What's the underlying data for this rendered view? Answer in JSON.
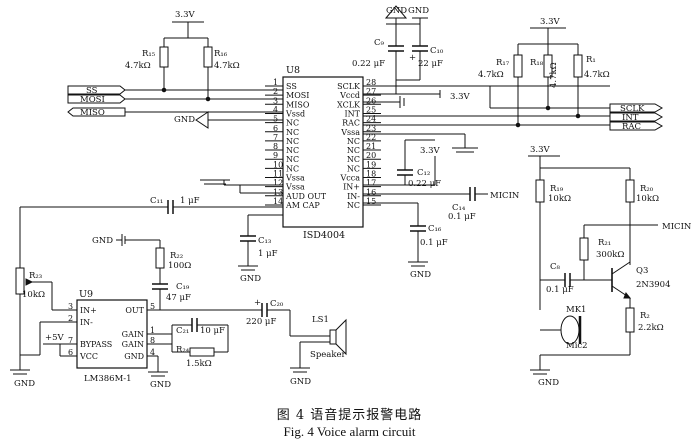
{
  "figure": {
    "caption_cn": "图 4  语音提示报警电路",
    "caption_en": "Fig. 4   Voice alarm circuit"
  },
  "u8": {
    "name": "U8",
    "part": "ISD4004",
    "left_pins": [
      {
        "num": "1",
        "name": "SS"
      },
      {
        "num": "2",
        "name": "MOSI"
      },
      {
        "num": "3",
        "name": "MISO"
      },
      {
        "num": "4",
        "name": "Vssd"
      },
      {
        "num": "5",
        "name": "NC"
      },
      {
        "num": "6",
        "name": "NC"
      },
      {
        "num": "7",
        "name": "NC"
      },
      {
        "num": "8",
        "name": "NC"
      },
      {
        "num": "9",
        "name": "NC"
      },
      {
        "num": "10",
        "name": "NC"
      },
      {
        "num": "11",
        "name": "Vssa"
      },
      {
        "num": "12",
        "name": "Vssa"
      },
      {
        "num": "13",
        "name": "AUD OUT"
      },
      {
        "num": "14",
        "name": "AM CAP"
      }
    ],
    "right_pins": [
      {
        "num": "28",
        "name": "SCLK"
      },
      {
        "num": "27",
        "name": "Vccd"
      },
      {
        "num": "26",
        "name": "XCLK"
      },
      {
        "num": "25",
        "name": "INT"
      },
      {
        "num": "24",
        "name": "RAC"
      },
      {
        "num": "23",
        "name": "Vssa"
      },
      {
        "num": "22",
        "name": "NC"
      },
      {
        "num": "21",
        "name": "NC"
      },
      {
        "num": "20",
        "name": "NC"
      },
      {
        "num": "19",
        "name": "NC"
      },
      {
        "num": "18",
        "name": "Vcca"
      },
      {
        "num": "17",
        "name": "IN+"
      },
      {
        "num": "16",
        "name": "IN-"
      },
      {
        "num": "15",
        "name": "NC"
      }
    ]
  },
  "u9": {
    "name": "U9",
    "part": "LM386M-1",
    "left_pins": [
      {
        "num": "3",
        "name": "IN+"
      },
      {
        "num": "2",
        "name": "IN-"
      },
      {
        "num": "7",
        "name": "BYPASS"
      },
      {
        "num": "6",
        "name": "VCC"
      }
    ],
    "right_pins": [
      {
        "num": "5",
        "name": "OUT"
      },
      {
        "num": "1",
        "name": "GAIN"
      },
      {
        "num": "8",
        "name": "GAIN"
      },
      {
        "num": "4",
        "name": "GND"
      }
    ]
  },
  "nets": {
    "ss": "SS",
    "mosi": "MOSI",
    "miso": "MISO",
    "sclk": "SCLK",
    "int": "INT",
    "rac": "RAC",
    "micin": "MICIN",
    "gnd": "GND",
    "v33": "3.3V",
    "v5": "+5V"
  },
  "components": {
    "r15": {
      "ref": "R₁₅",
      "value": "4.7kΩ"
    },
    "r16": {
      "ref": "R₁₆",
      "value": "4.7kΩ"
    },
    "r17": {
      "ref": "R₁₇",
      "value": "4.7kΩ"
    },
    "r18": {
      "ref": "R₁₈",
      "value": "4.7kΩ"
    },
    "r1": {
      "ref": "R₁",
      "value": "4.7kΩ"
    },
    "r19": {
      "ref": "R₁₉",
      "value": "10kΩ"
    },
    "r20": {
      "ref": "R₂₀",
      "value": "10kΩ"
    },
    "r21": {
      "ref": "R₂₁",
      "value": "300kΩ"
    },
    "r2": {
      "ref": "R₂",
      "value": "2.2kΩ"
    },
    "r22": {
      "ref": "R₂₂",
      "value": "100Ω"
    },
    "r23": {
      "ref": "R₂₃",
      "value": "10kΩ"
    },
    "r24": {
      "ref": "R₂₄",
      "value": "1.5kΩ"
    },
    "c9": {
      "ref": "C₉",
      "value": "0.22 μF"
    },
    "c10": {
      "ref": "C₁₀",
      "value": "22 μF"
    },
    "c11": {
      "ref": "C₁₁",
      "value": "1 μF"
    },
    "c12": {
      "ref": "C₁₂",
      "value": "0.22 μF"
    },
    "c13": {
      "ref": "C₁₃",
      "value": "1 μF"
    },
    "c14": {
      "ref": "C₁₄",
      "value": "0.1 μF"
    },
    "c16": {
      "ref": "C₁₆",
      "value": "0.1 μF"
    },
    "c19": {
      "ref": "C₁₉",
      "value": "47 μF"
    },
    "c20": {
      "ref": "C₂₀",
      "value": "220 μF"
    },
    "c21": {
      "ref": "C₂₁",
      "value": "10 μF"
    },
    "c8": {
      "ref": "C₈",
      "value": "0.1 μF"
    },
    "q3": {
      "ref": "Q3",
      "value": "2N3904"
    },
    "mk1": {
      "ref": "MK1",
      "value": "Mic2"
    },
    "ls1": {
      "ref": "LS1",
      "value": "Speaker"
    }
  }
}
